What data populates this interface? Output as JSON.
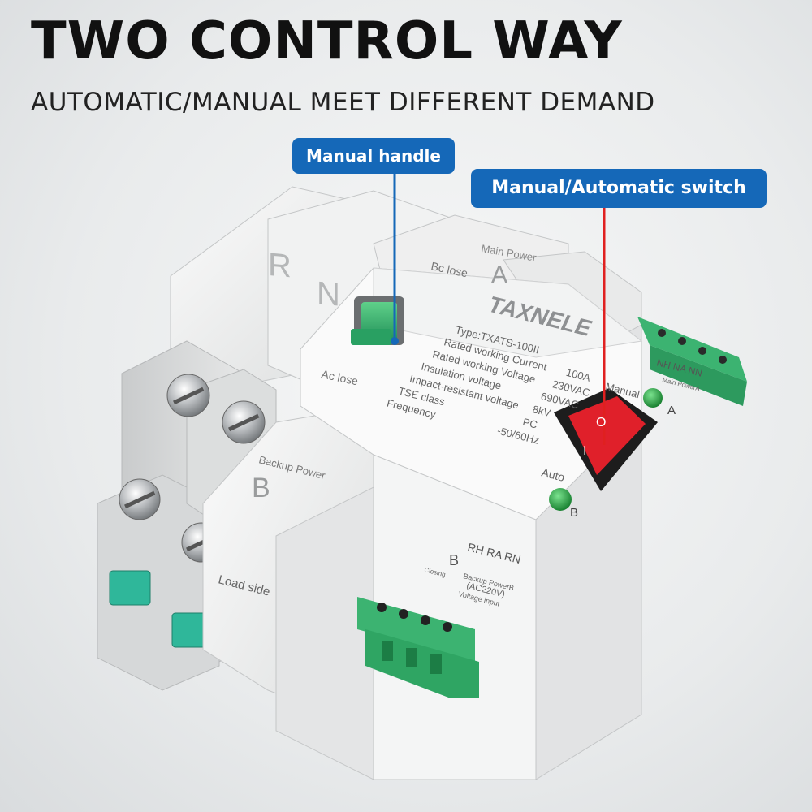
{
  "headline": "TWO CONTROL WAY",
  "subline": "AUTOMATIC/MANUAL MEET DIFFERENT DEMAND",
  "callouts": {
    "handle": "Manual handle",
    "switch": "Manual/Automatic switch"
  },
  "device": {
    "brand": "TAXNELE",
    "pole_r": "R",
    "pole_n": "N",
    "side_a": "A",
    "side_b": "B",
    "main_power": "Main Power",
    "backup_power": "Backup Power",
    "load_side": "Load side",
    "bc_lose": "Bc lose",
    "ac_lose": "Ac lose",
    "manual": "Manual",
    "auto": "Auto",
    "switch_o": "O",
    "switch_i": "I",
    "main_terminals": "NH NA NN",
    "main_power_small": "Main PowerA",
    "backup_terminals": "RH RA RN",
    "closing": "Closing",
    "backup_power_b": "Backup PowerB",
    "voltage": "(AC220V)",
    "voltage_input": "Voltage input",
    "specs": [
      {
        "label": "Type:TXATS-100II",
        "value": ""
      },
      {
        "label": "Rated working Current",
        "value": "100A"
      },
      {
        "label": "Rated working Voltage",
        "value": "230VAC"
      },
      {
        "label": "Insulation voltage",
        "value": "690VAC"
      },
      {
        "label": "Impact-resistant voltage",
        "value": "8kV"
      },
      {
        "label": "TSE class",
        "value": "PC"
      },
      {
        "label": "Frequency",
        "value": "-50/60Hz"
      }
    ]
  },
  "colors": {
    "callout_blue": "#1568b8",
    "terminal_green": "#3cb371",
    "switch_red": "#e0202a",
    "indicator_green": "#1f9a3a"
  }
}
